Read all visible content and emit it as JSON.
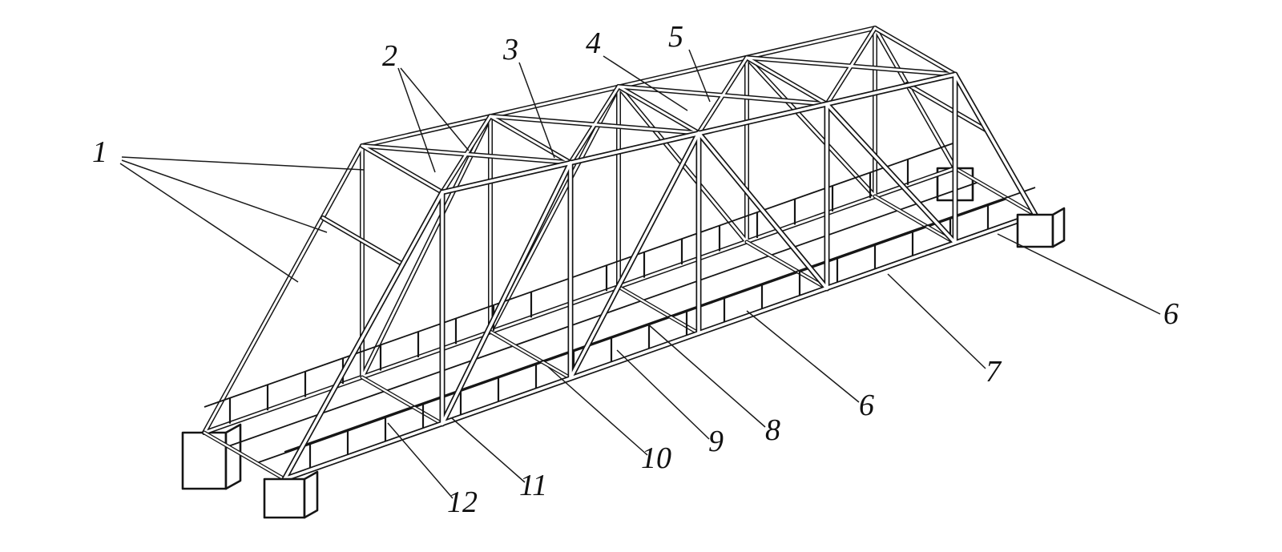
{
  "figure": {
    "description": "Line drawing of a through-truss bridge in perspective with numbered part callouts",
    "background_color": "#ffffff",
    "line_color": "#151515",
    "labels": [
      {
        "id": "callout-1",
        "text": "1"
      },
      {
        "id": "callout-2",
        "text": "2"
      },
      {
        "id": "callout-3",
        "text": "3"
      },
      {
        "id": "callout-4",
        "text": "4"
      },
      {
        "id": "callout-5",
        "text": "5"
      },
      {
        "id": "callout-6-right",
        "text": "6"
      },
      {
        "id": "callout-7",
        "text": "7"
      },
      {
        "id": "callout-6-mid",
        "text": "6"
      },
      {
        "id": "callout-8",
        "text": "8"
      },
      {
        "id": "callout-9",
        "text": "9"
      },
      {
        "id": "callout-10",
        "text": "10"
      },
      {
        "id": "callout-11",
        "text": "11"
      },
      {
        "id": "callout-12",
        "text": "12"
      }
    ]
  }
}
